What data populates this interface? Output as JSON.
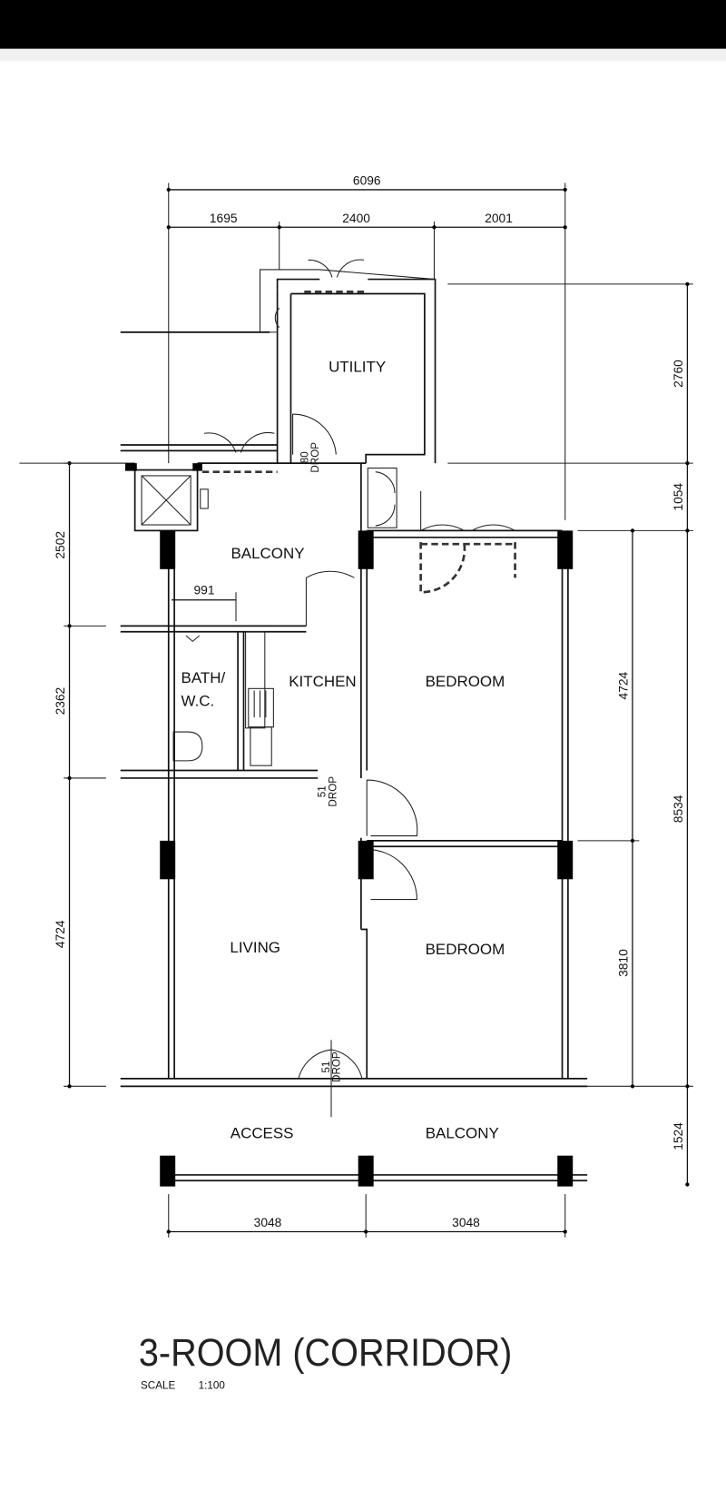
{
  "plan": {
    "title": "3-ROOM (CORRIDOR)",
    "scale_label": "SCALE",
    "scale_value": "1:100",
    "rooms": {
      "utility": "UTILITY",
      "balcony_upper": "BALCONY",
      "bath": "BATH/",
      "wc": "W.C.",
      "kitchen": "KITCHEN",
      "bedroom_1": "BEDROOM",
      "bedroom_2": "BEDROOM",
      "living": "LIVING",
      "access": "ACCESS",
      "balcony_lower": "BALCONY"
    },
    "dimensions": {
      "top_total": "6096",
      "top_1": "1695",
      "top_2": "2400",
      "top_3": "2001",
      "right_1": "2760",
      "right_2": "1054",
      "right_total": "8534",
      "right_3": "1524",
      "inner_right_1": "4724",
      "inner_right_2": "3810",
      "left_1": "2502",
      "left_2": "2362",
      "left_3": "4724",
      "bath_width": "991",
      "bottom_1": "3048",
      "bottom_2": "3048"
    },
    "drops": {
      "utility_value": "80",
      "kitchen_value": "51",
      "entrance_value": "51",
      "label": "DROP"
    }
  }
}
